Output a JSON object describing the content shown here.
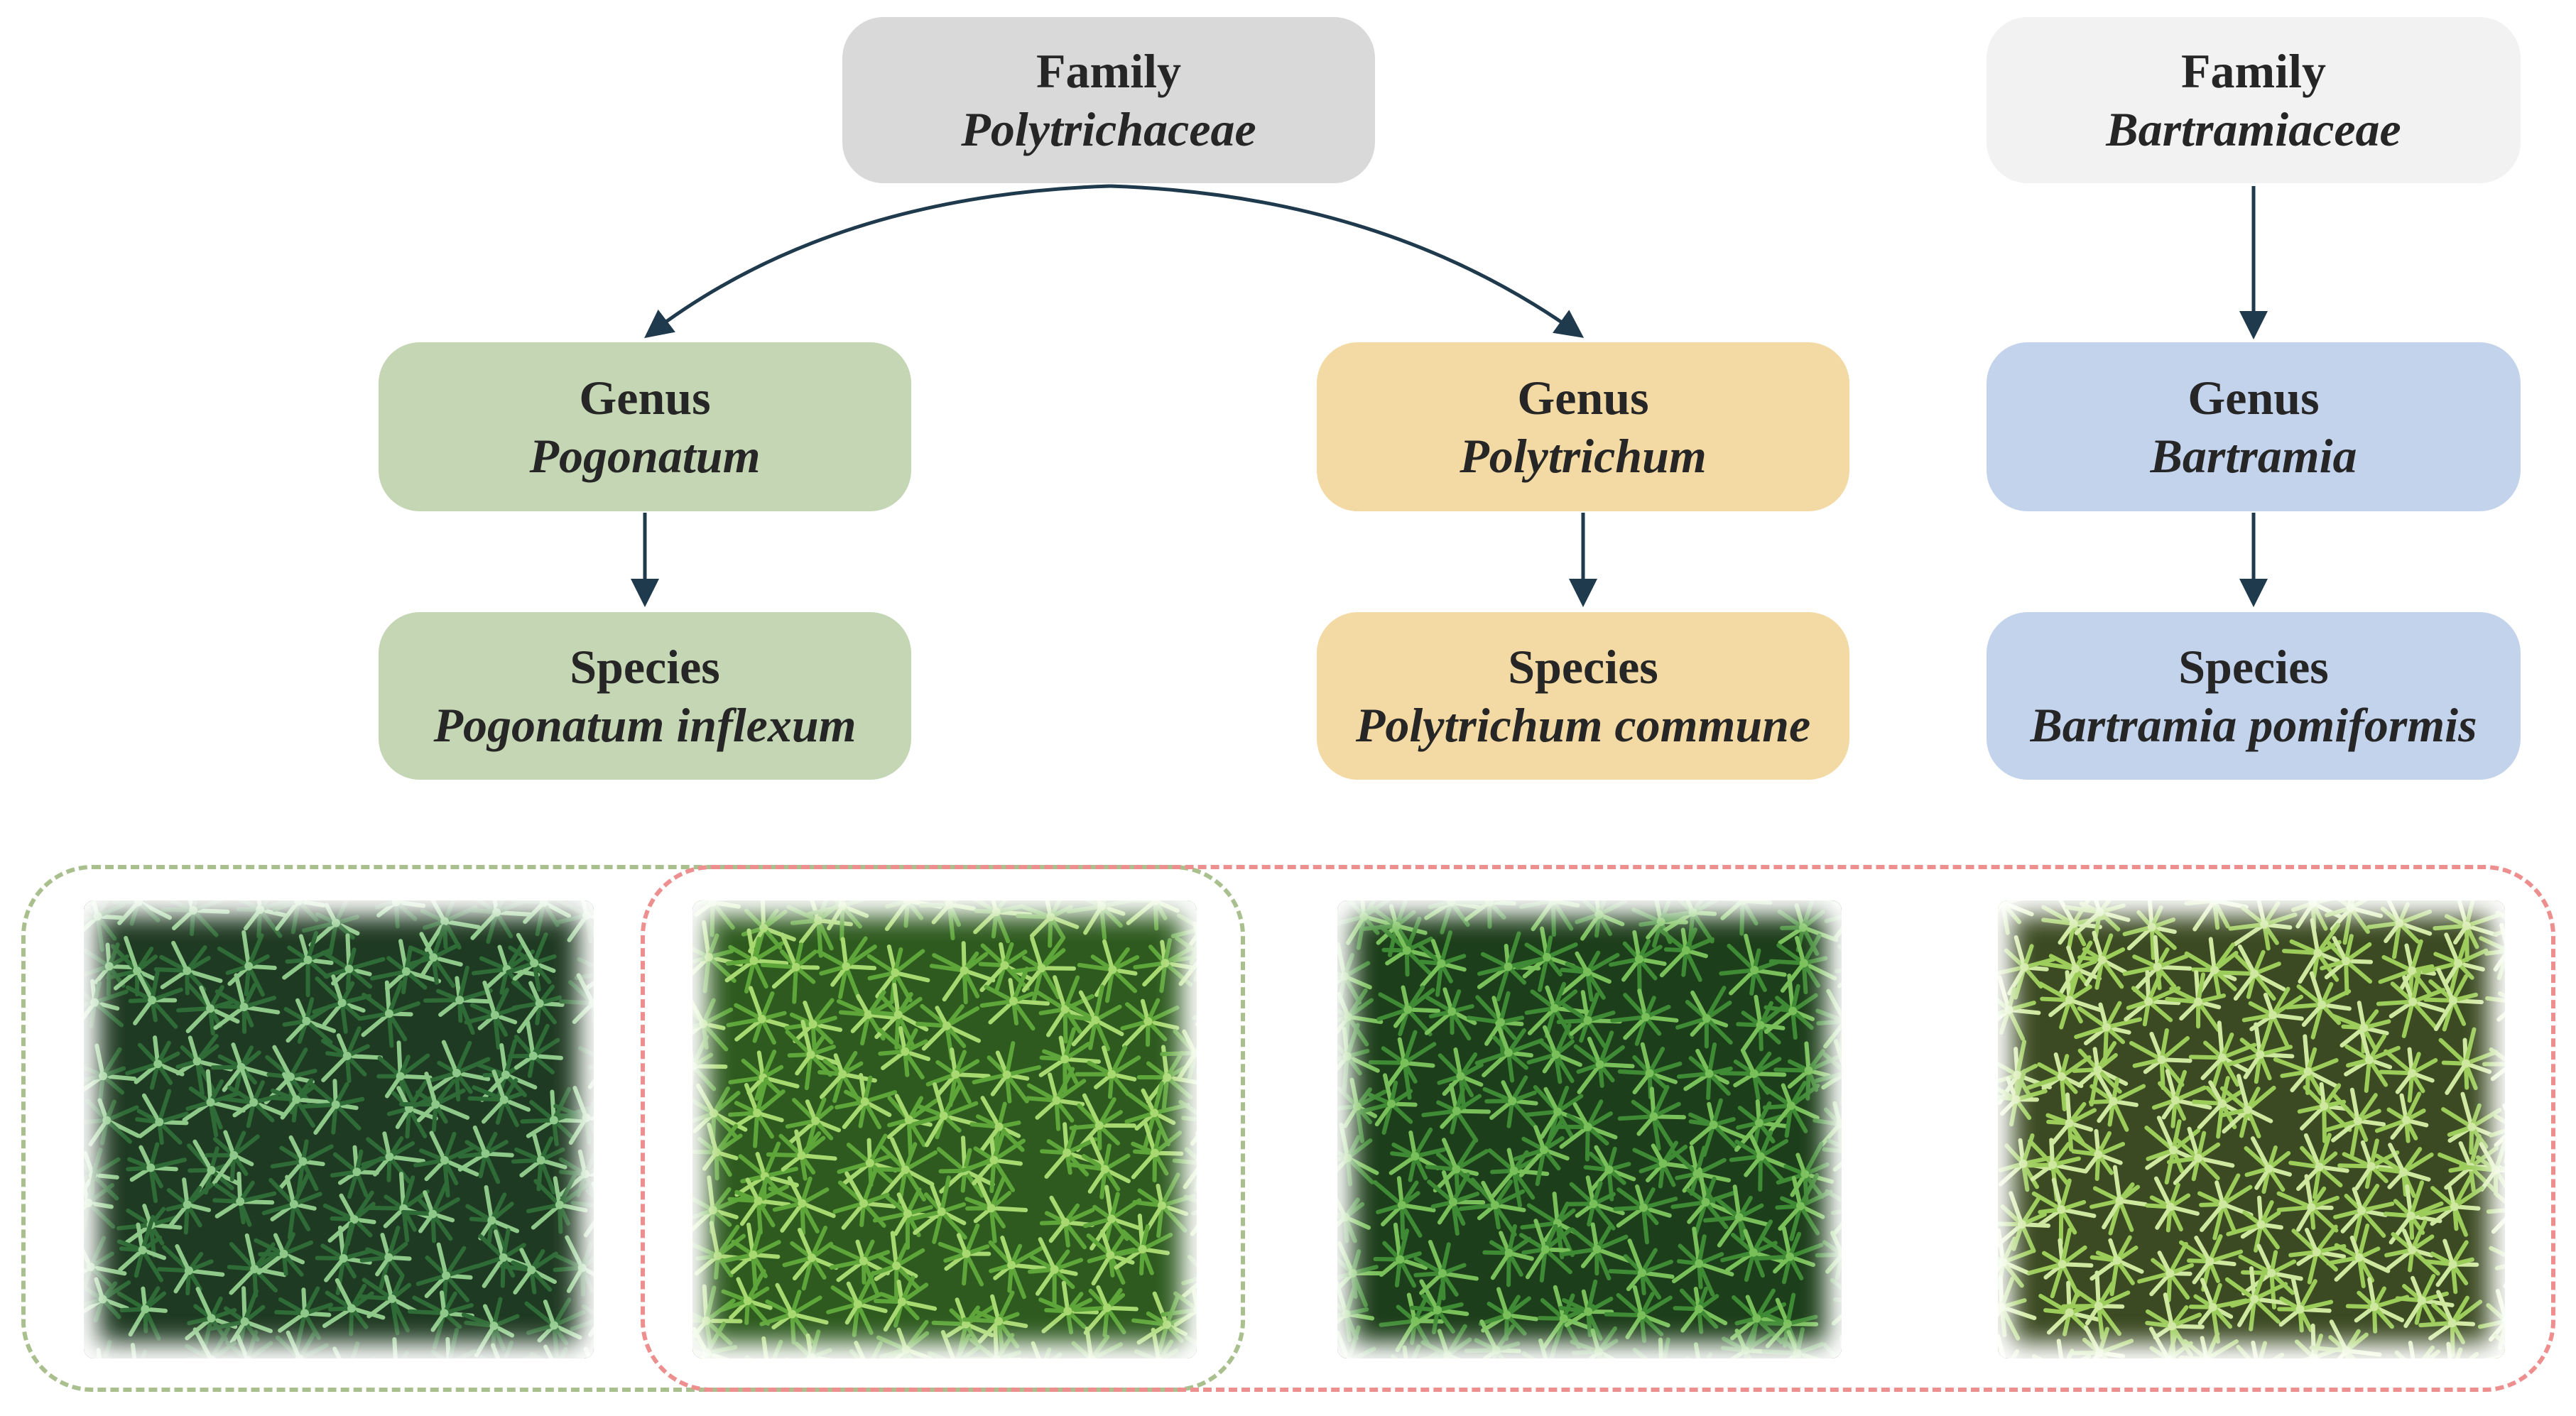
{
  "family_polytrichaceae": {
    "rank": "Family",
    "name": "Polytrichaceae",
    "color": "#d9d9d9"
  },
  "family_bartramiaceae": {
    "rank": "Family",
    "name": "Bartramiaceae",
    "color": "#f2f2f2"
  },
  "genus_pogonatum": {
    "rank": "Genus",
    "name": "Pogonatum",
    "color": "#c5d6b4"
  },
  "genus_polytrichum": {
    "rank": "Genus",
    "name": "Polytrichum",
    "color": "#f3daa4"
  },
  "genus_bartramia": {
    "rank": "Genus",
    "name": "Bartramia",
    "color": "#c4d3ec"
  },
  "species_pogonatum": {
    "rank": "Species",
    "name": "Pogonatum inflexum",
    "color": "#c5d6b4"
  },
  "species_polytrichum": {
    "rank": "Species",
    "name": "Polytrichum commune",
    "color": "#f3daa4"
  },
  "species_bartramia": {
    "rank": "Species",
    "name": "Bartramia pomiformis",
    "color": "#c4d3ec"
  },
  "arrow_color": "#1f3a4d",
  "group_boxes": {
    "green_color": "#a9c08e",
    "red_color": "#ee8f8f"
  },
  "photos": [
    {
      "icon": "pogonatum-inflexum-moss-photo",
      "bg": "#1f3a22",
      "leaf": "#2f6b36",
      "tip": "#8fc98a"
    },
    {
      "icon": "polytrichum-moss-photo",
      "bg": "#2e5a1f",
      "leaf": "#5ea63a",
      "tip": "#a8d870"
    },
    {
      "icon": "polytrichum-commune-moss-photo",
      "bg": "#1d3e1a",
      "leaf": "#3f8a34",
      "tip": "#79c05a"
    },
    {
      "icon": "bartramia-pomiformis-moss-photo",
      "bg": "#3b4a22",
      "leaf": "#9ccc5a",
      "tip": "#cfe8a0"
    }
  ]
}
